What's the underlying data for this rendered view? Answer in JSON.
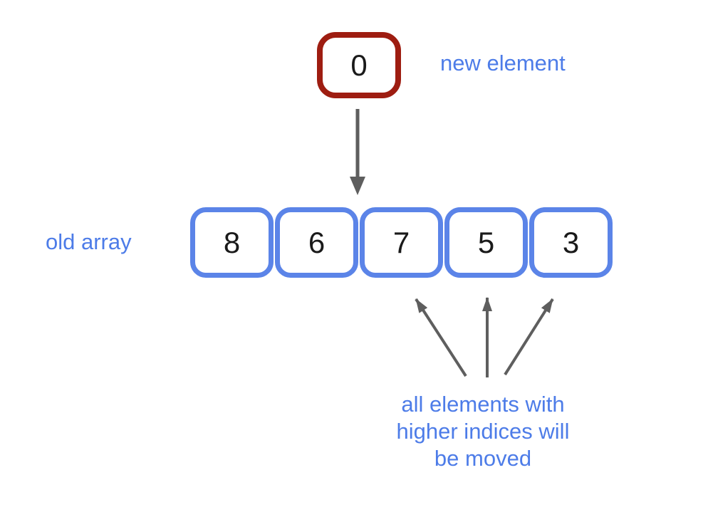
{
  "new_element": {
    "value": "0",
    "label": "new element"
  },
  "old_array": {
    "label": "old array",
    "values": [
      "8",
      "6",
      "7",
      "5",
      "3"
    ]
  },
  "caption": {
    "lines": [
      "all elements with",
      "higher indices will",
      "be moved"
    ]
  },
  "colors": {
    "box_blue": "#5b84e8",
    "box_red": "#9e1d11",
    "label_blue": "#4d7ce8",
    "arrow_gray": "#5e5e5e",
    "number_black": "#1a1a1a",
    "background": "#ffffff"
  }
}
